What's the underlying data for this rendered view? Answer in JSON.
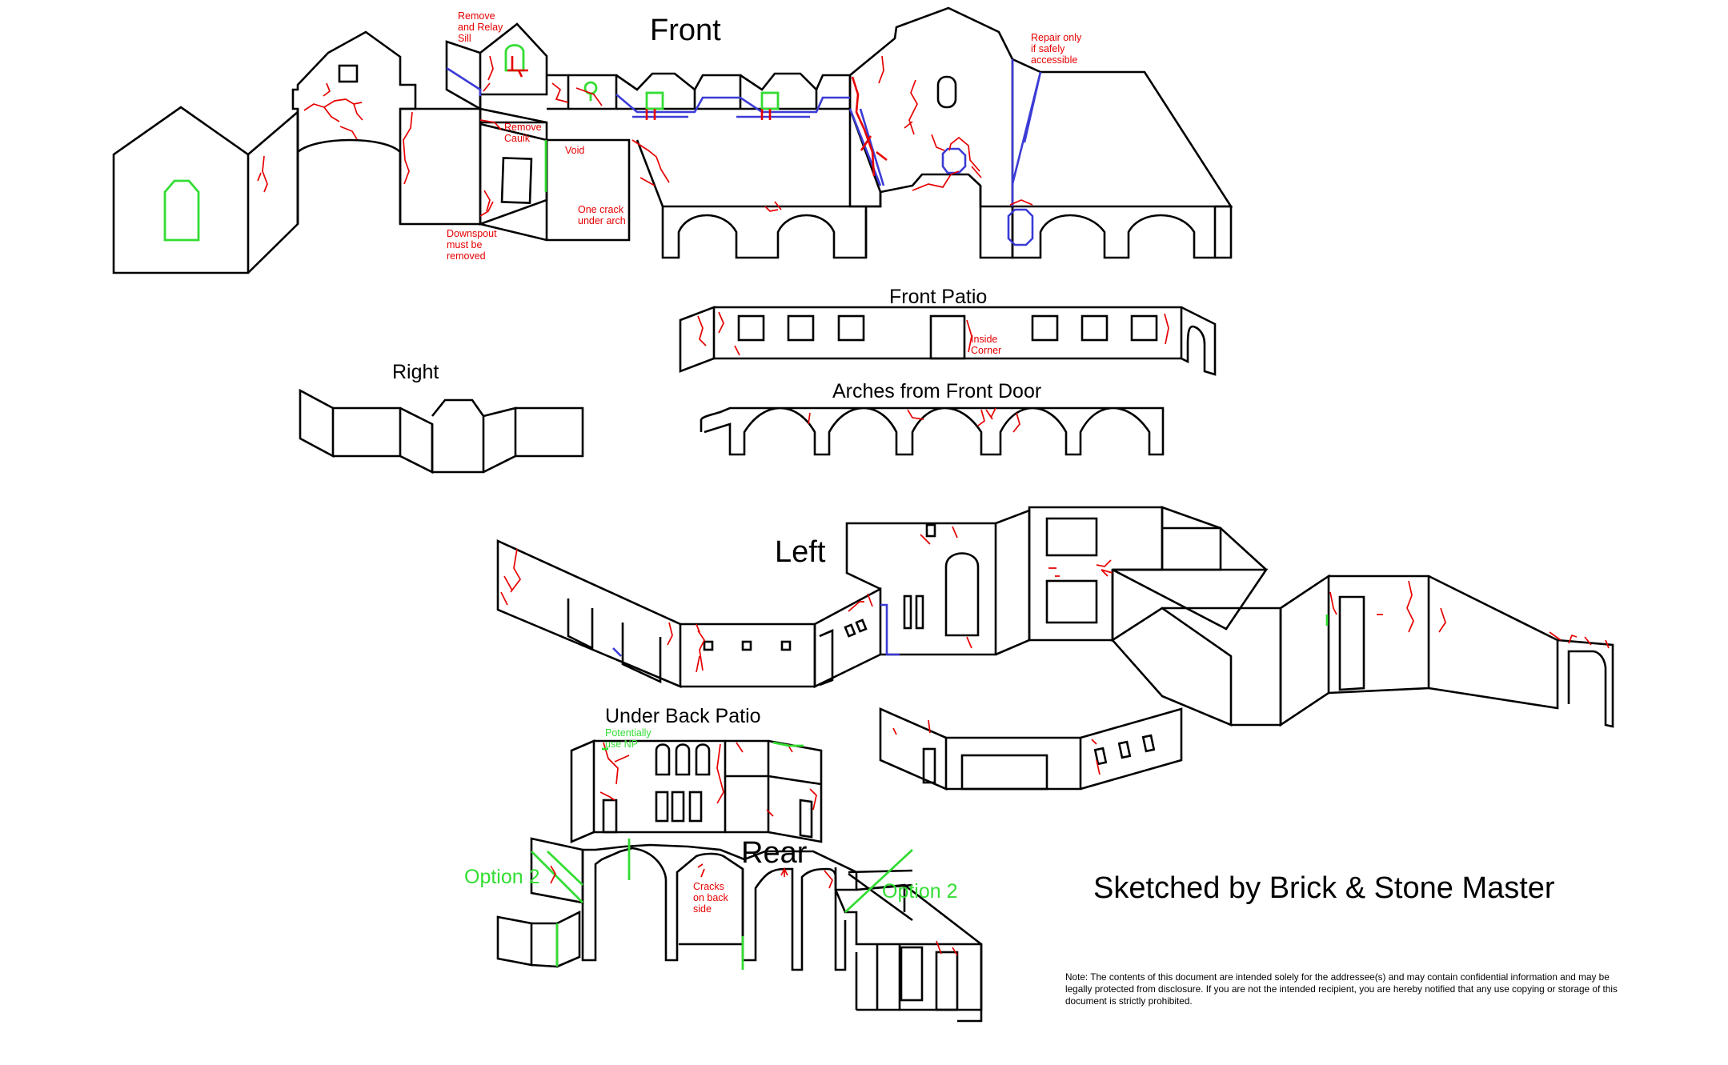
{
  "sections": {
    "front": "Front",
    "front_patio": "Front Patio",
    "right": "Right",
    "arches": "Arches from Front Door",
    "left": "Left",
    "under_back_patio": "Under Back Patio",
    "rear": "Rear"
  },
  "notes": {
    "remove_relay": [
      "Remove",
      "and Relay",
      "Sill"
    ],
    "remove_caulk": [
      "Remove",
      "Caulk"
    ],
    "void": "Void",
    "downspout": [
      "Downspout",
      "must be",
      "removed"
    ],
    "one_crack": [
      "One crack",
      "under arch"
    ],
    "repair_only": [
      "Repair only",
      "if safely",
      "accessible"
    ],
    "inside_corner": [
      "Inside",
      "Corner"
    ],
    "potentially": [
      "Potentially",
      "use NP"
    ],
    "cracks_back": [
      "Cracks",
      "on back",
      "side"
    ],
    "option_left": "Option 2",
    "option_right": "Option 2"
  },
  "signature": "Sketched by Brick & Stone Master",
  "disclaimer": "Note: The contents of this document are intended solely for the addressee(s) and may contain confidential information and may be legally protected from disclosure. If you are not the intended recipient, you are hereby notified that any use copying or storage of this document is strictly prohibited.",
  "colors": {
    "outline": "#000000",
    "crack": "#e60000",
    "repair": "#3b3bd6",
    "option": "#33dd33"
  }
}
